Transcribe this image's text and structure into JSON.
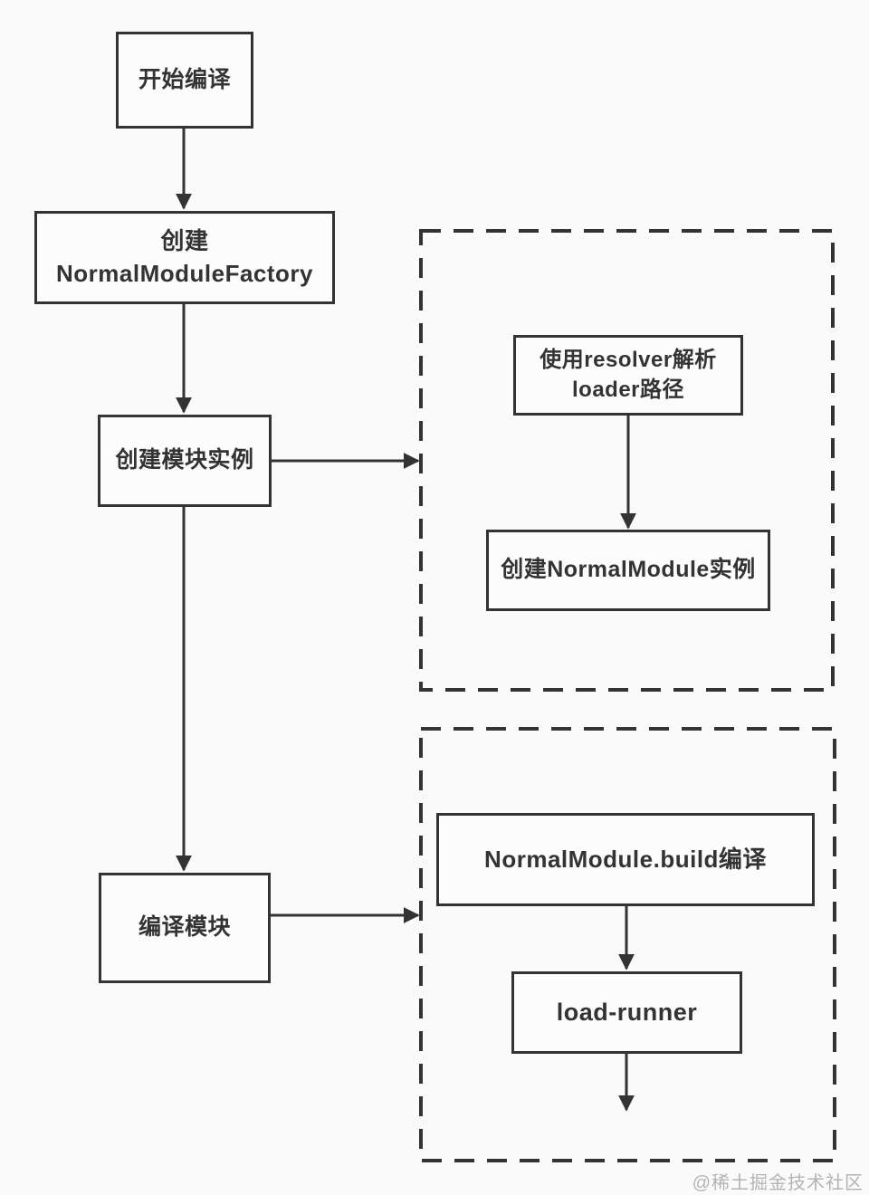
{
  "diagram": {
    "title_hint": "webpack module compilation flow",
    "nodes": {
      "start": {
        "label": "开始编译"
      },
      "create_factory": {
        "label": "创建\nNormalModuleFactory"
      },
      "create_module_instance": {
        "label": "创建模块实例"
      },
      "compile_module": {
        "label": "编译模块"
      },
      "resolve_loader": {
        "label": "使用resolver解析\nloader路径"
      },
      "create_normal_module": {
        "label": "创建NormalModule实例"
      },
      "normal_module_build": {
        "label": "NormalModule.build编译"
      },
      "load_runner": {
        "label": "load-runner"
      }
    },
    "watermark": "@稀土掘金技术社区",
    "colors": {
      "background": "#fafafa",
      "box_fill": "#fcfcfc",
      "line": "#333333",
      "text": "#333333",
      "watermark": "#b3b3b3"
    }
  }
}
